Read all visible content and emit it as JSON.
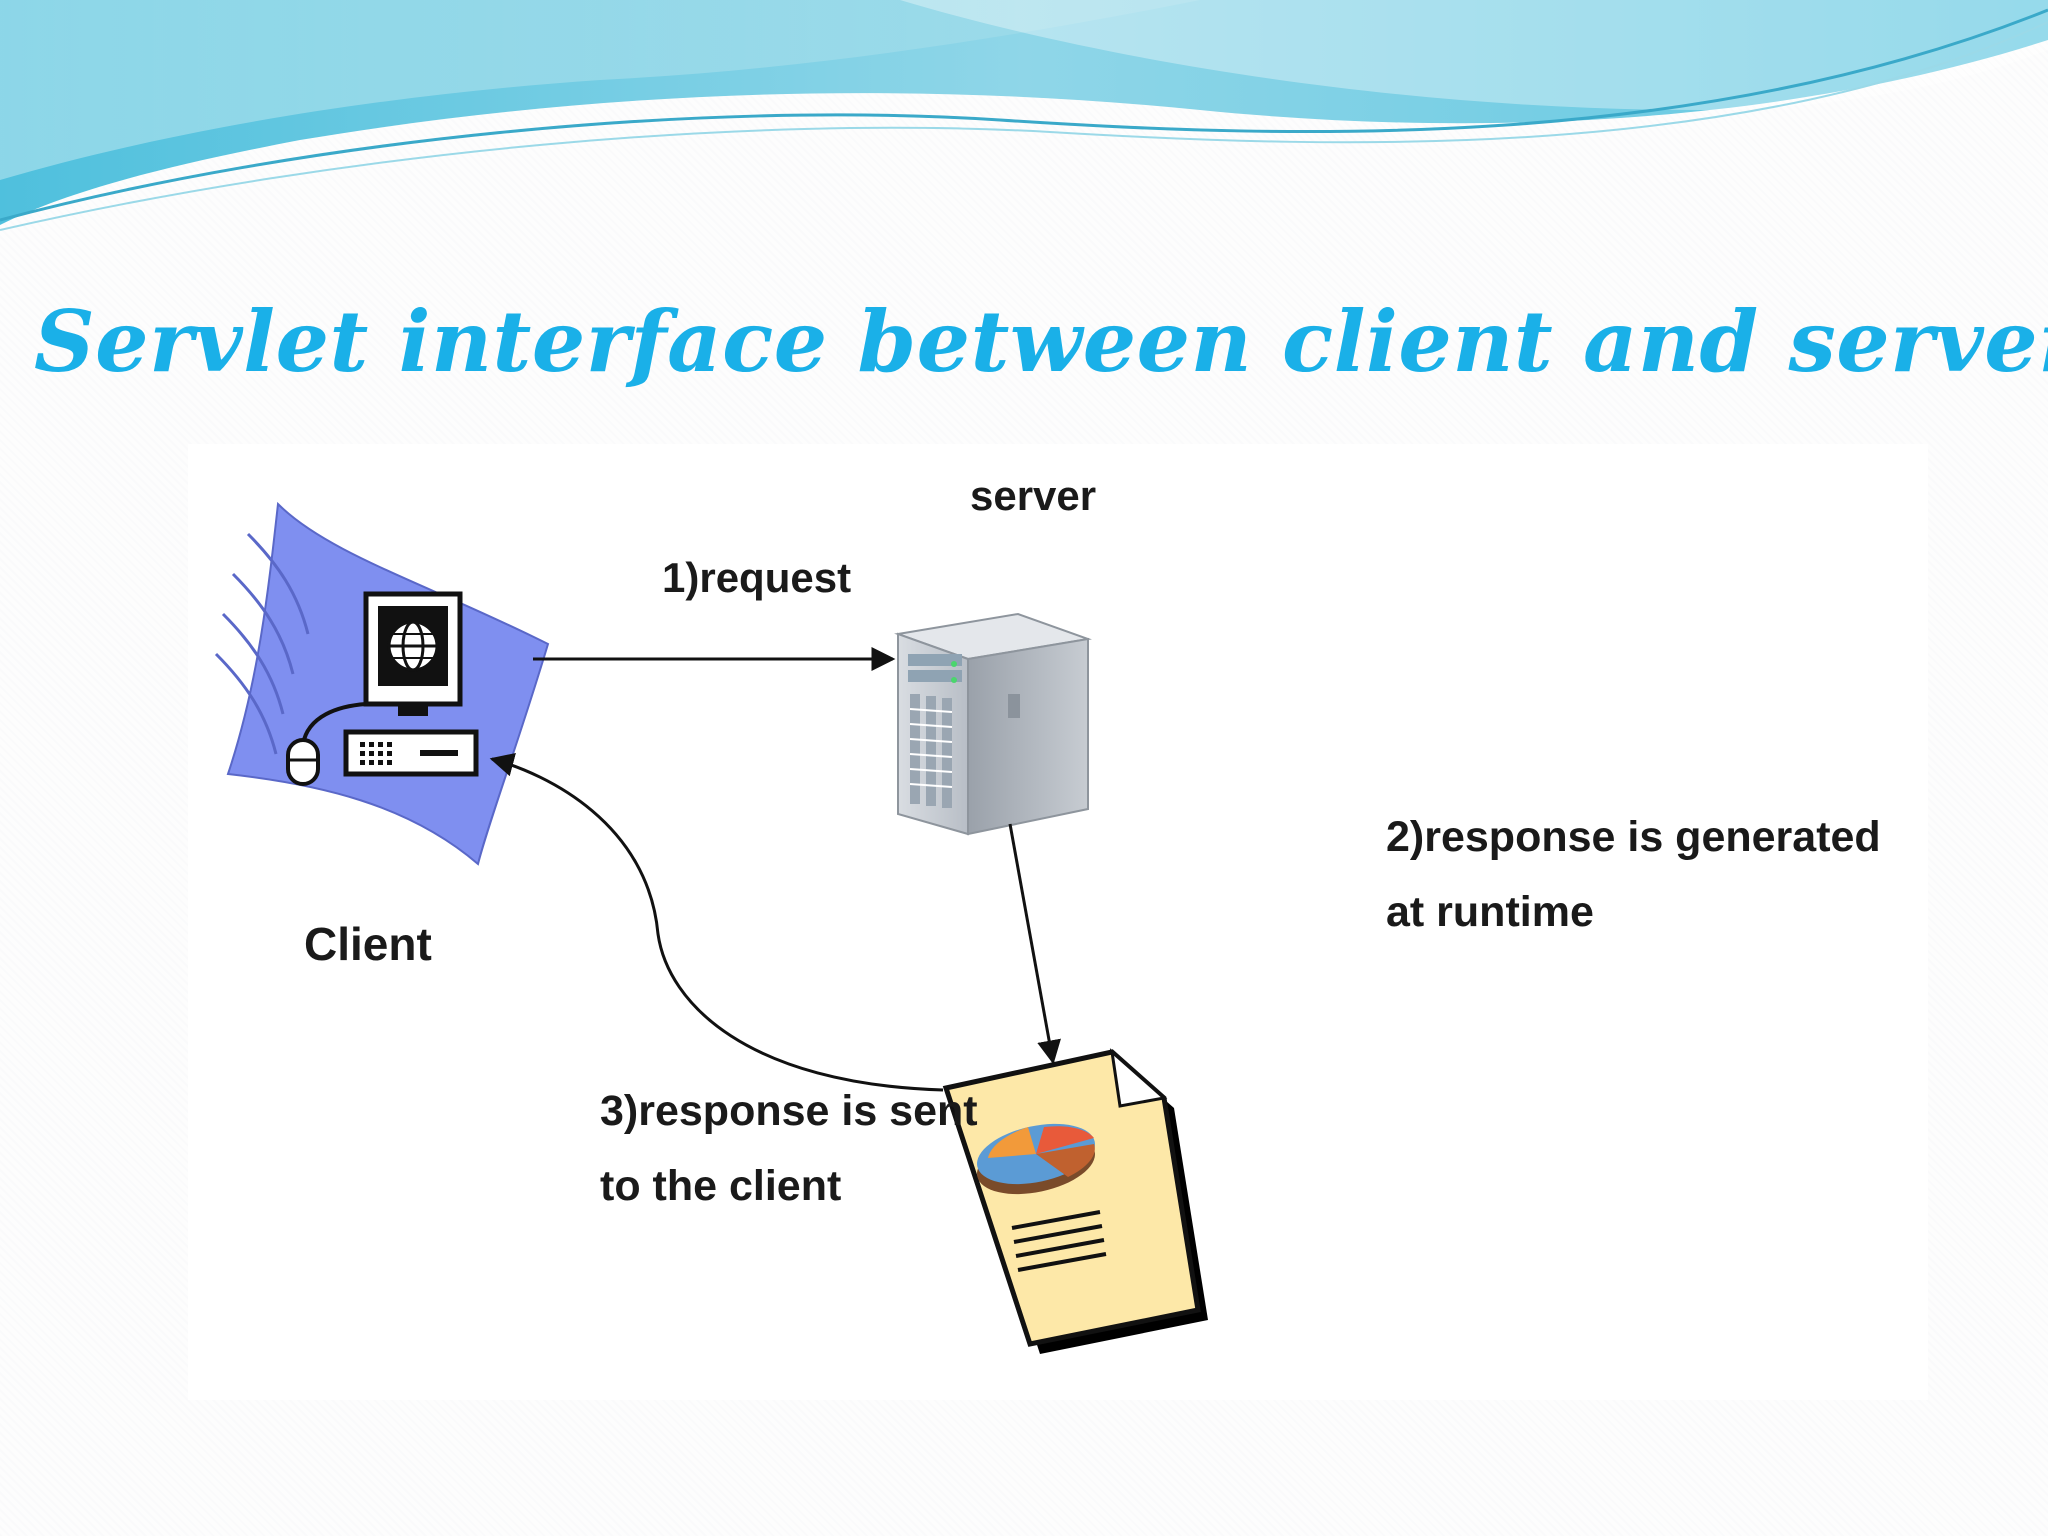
{
  "slide": {
    "title": "Servlet interface between client and server:",
    "title_color": "#1ab0e8",
    "wave_colors": [
      "#7ccfe6",
      "#a9e2ee",
      "#4ab8d8"
    ]
  },
  "diagram": {
    "labels": {
      "server": "server",
      "request": "1)request",
      "generated_line1": "2)response is generated",
      "generated_line2": "at runtime",
      "client": "Client",
      "sent_line1": "3)response is sent",
      "sent_line2": "to the client"
    },
    "icons": {
      "client": "client-computer-icon",
      "server": "server-tower-icon",
      "document": "report-document-icon"
    },
    "colors": {
      "client_flag": "#7f8ff0",
      "document_paper": "#fde8a8",
      "arrow": "#111111"
    }
  }
}
